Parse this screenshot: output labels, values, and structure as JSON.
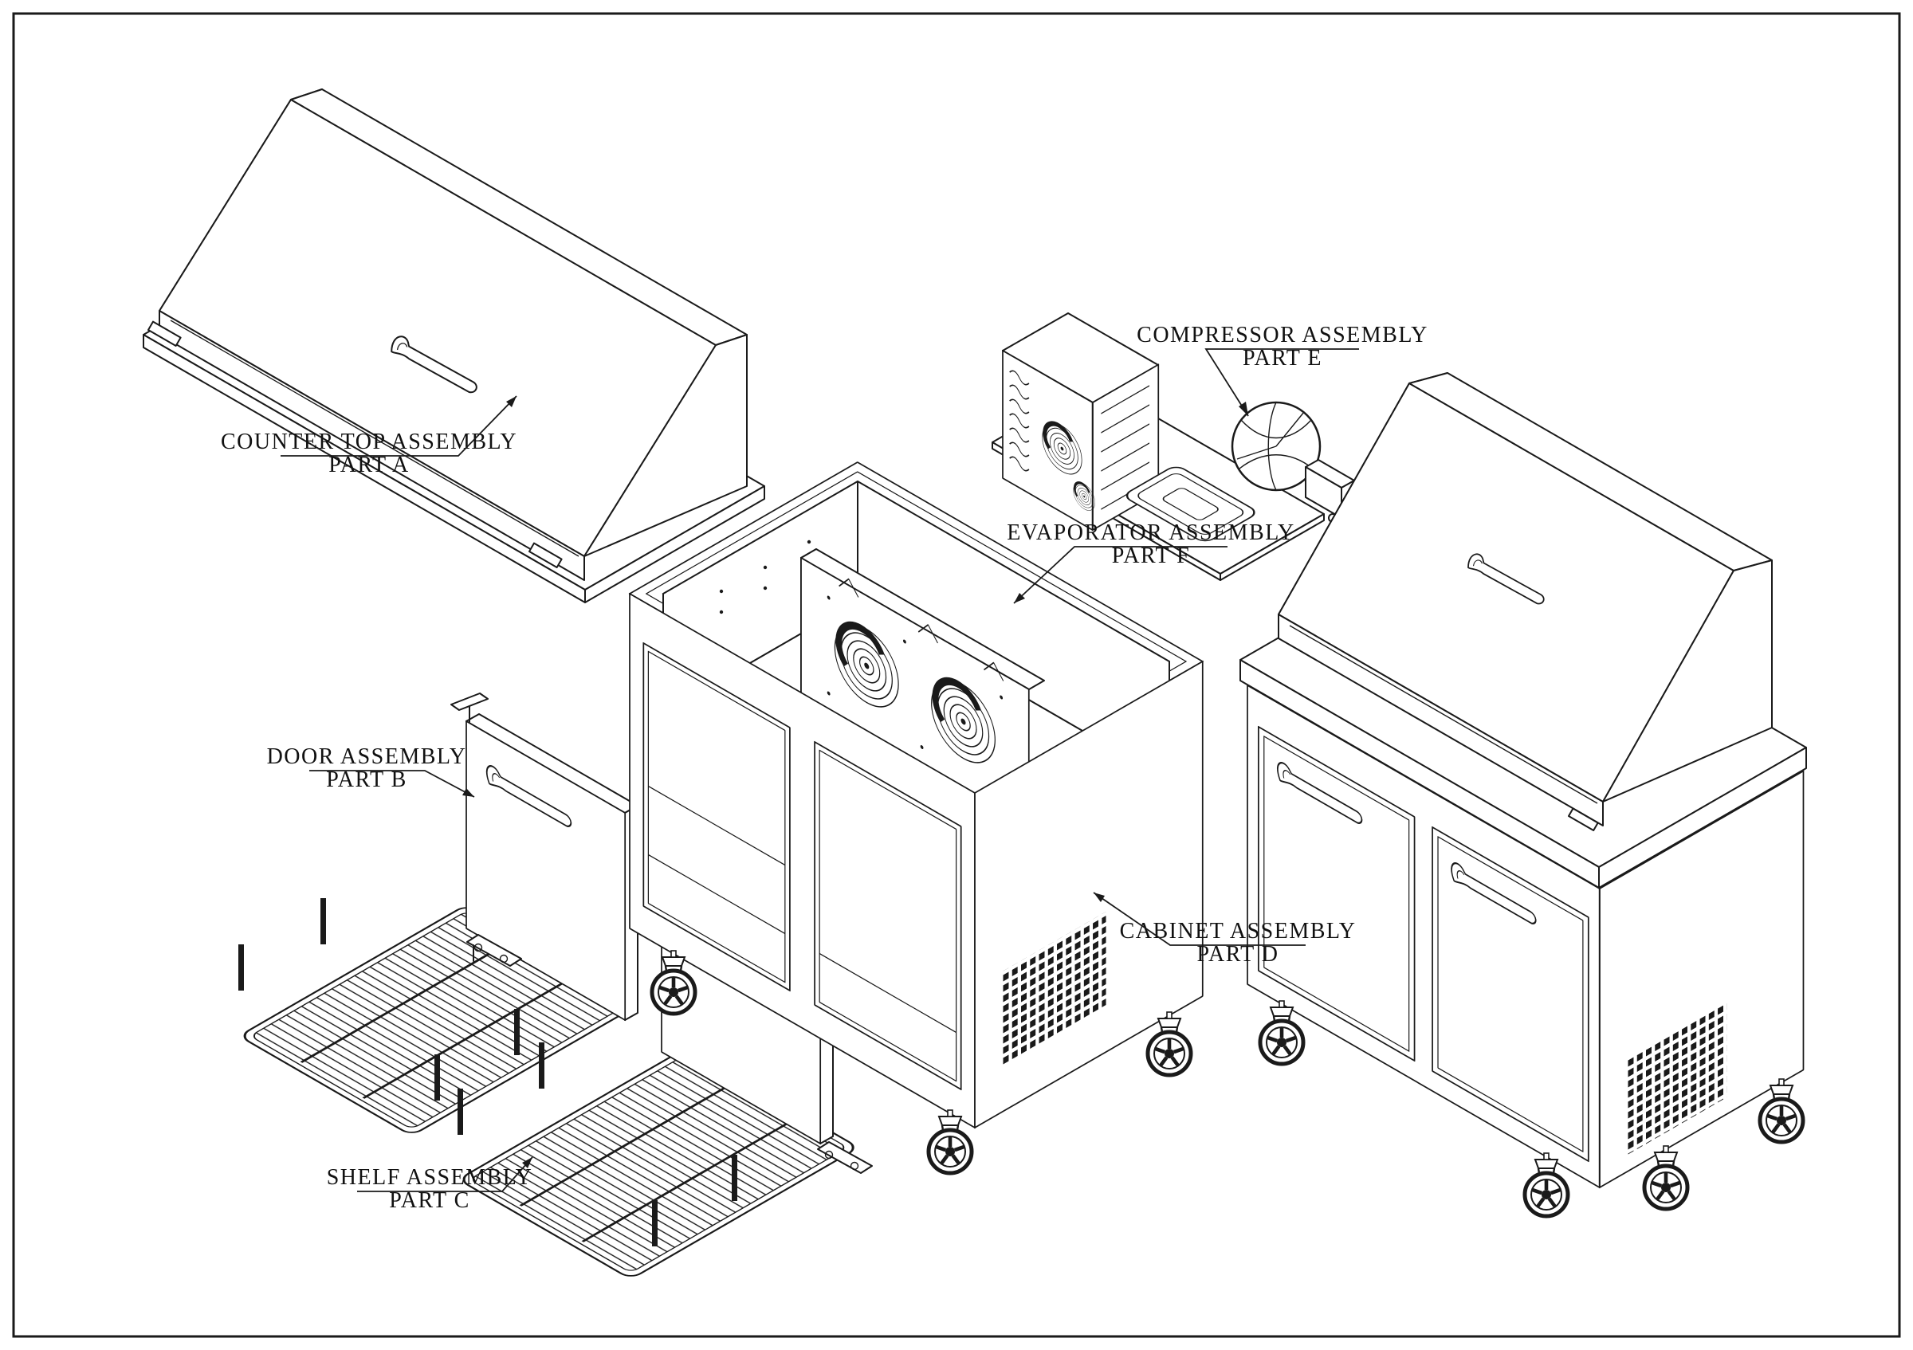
{
  "drawing": {
    "background": "#ffffff",
    "line_color": "#1a1a1a",
    "labels": {
      "part_a": {
        "title": "COUNTER TOP ASSEMBLY",
        "part": "PART A"
      },
      "part_b": {
        "title": "DOOR ASSEMBLY",
        "part": "PART B"
      },
      "part_c": {
        "title": "SHELF ASSEMBLY",
        "part": "PART C"
      },
      "part_d": {
        "title": "CABINET ASSEMBLY",
        "part": "PART D"
      },
      "part_e": {
        "title": "COMPRESSOR ASSEMBLY",
        "part": "PART E"
      },
      "part_f": {
        "title": "EVAPORATOR ASSEMBLY",
        "part": "PART F"
      }
    }
  }
}
